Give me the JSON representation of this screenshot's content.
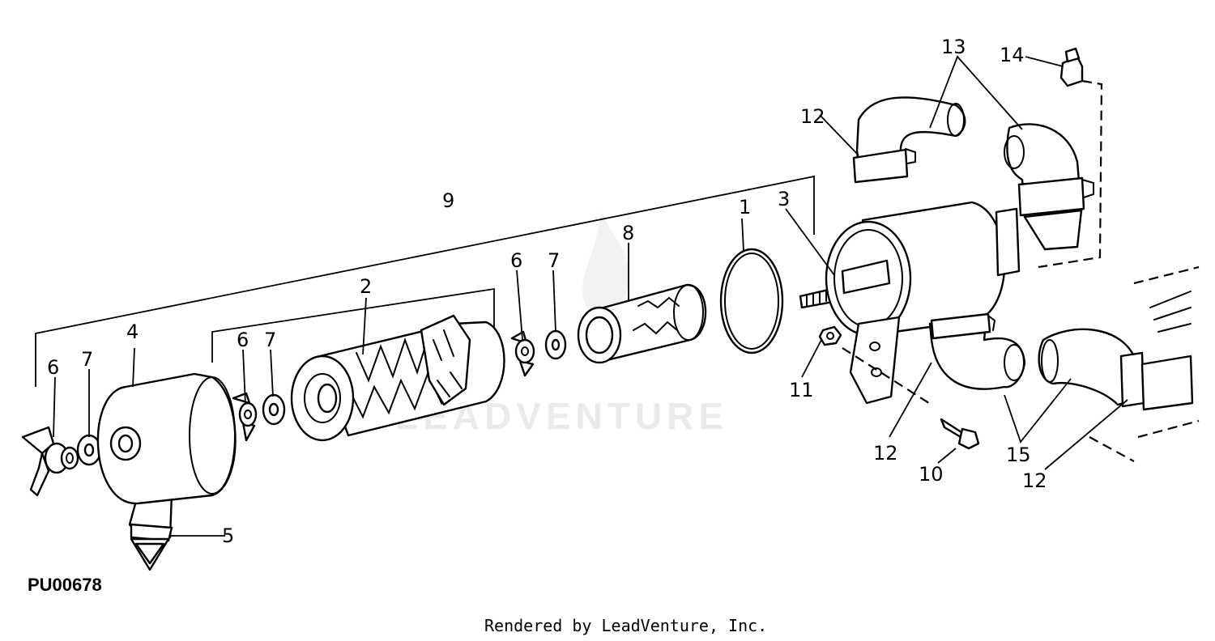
{
  "diagram": {
    "callouts": {
      "c1": "1",
      "c2": "2",
      "c3": "3",
      "c4": "4",
      "c5": "5",
      "c6a": "6",
      "c6b": "6",
      "c6c": "6",
      "c7a": "7",
      "c7b": "7",
      "c7c": "7",
      "c8": "8",
      "c9": "9",
      "c10": "10",
      "c11": "11",
      "c12a": "12",
      "c12b": "12",
      "c12c": "12",
      "c13": "13",
      "c14": "14",
      "c15": "15"
    },
    "figure_code": "PU00678",
    "watermark": "LEADVENTURE",
    "footer": "Rendered by LeadVenture, Inc."
  }
}
